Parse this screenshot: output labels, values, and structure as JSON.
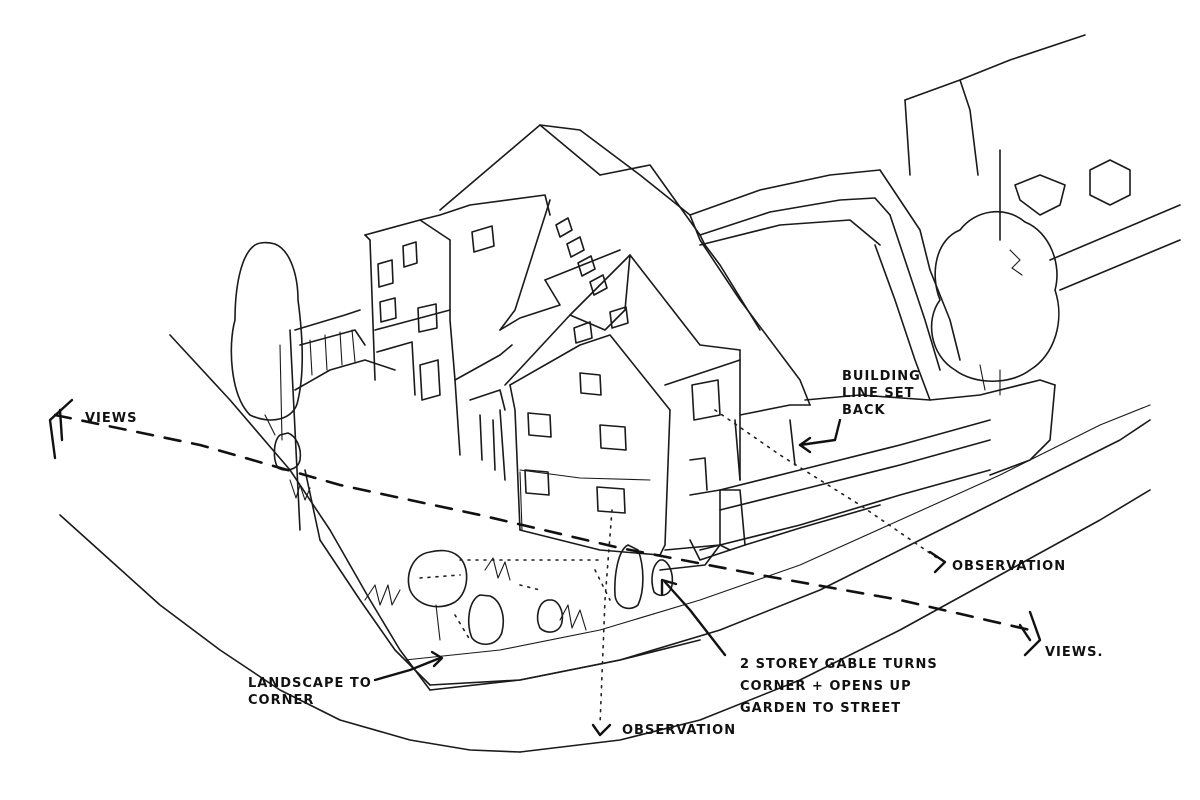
{
  "annotations": {
    "views_left": "VIEWS",
    "views_right": "VIEWS.",
    "building_line": [
      "BUILDING",
      "LINE SET",
      "BACK"
    ],
    "observation_right": "OBSERVATION",
    "observation_bottom": "OBSERVATION",
    "landscape": [
      "LANDSCAPE TO",
      "CORNER"
    ],
    "gable": [
      "2 STOREY GABLE TURNS",
      "CORNER + OPENS UP",
      "GARDEN TO STREET"
    ]
  }
}
